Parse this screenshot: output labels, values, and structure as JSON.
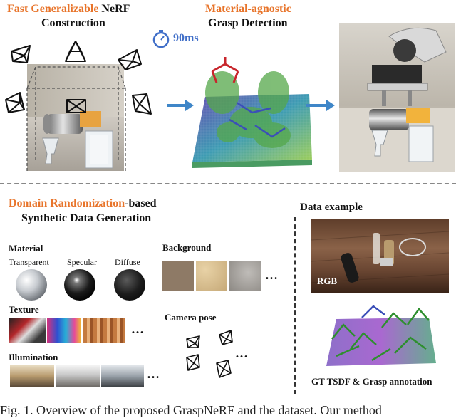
{
  "top": {
    "nerf_title": {
      "highlight": "Fast Generalizable",
      "rest": " NeRF",
      "line2": "Construction"
    },
    "grasp_title": {
      "highlight": "Material-agnostic",
      "line2": "Grasp Detection"
    },
    "timer": "90ms"
  },
  "bottom": {
    "dr_title": {
      "highlight": "Domain Randomization",
      "rest": "-based",
      "line2": "Synthetic Data Generation"
    },
    "data_example": "Data example",
    "material": {
      "heading": "Material",
      "items": [
        "Transparent",
        "Specular",
        "Diffuse"
      ]
    },
    "background": "Background",
    "texture": "Texture",
    "camera_pose": "Camera pose",
    "illumination": "Illumination",
    "ellipsis": "…",
    "rgb": "RGB",
    "gt_label": "GT TSDF & Grasp annotation"
  },
  "caption": "Fig. 1.   Overview of the proposed GraspNeRF and the dataset. Our method",
  "colors": {
    "accent": "#e8742a",
    "arrow": "#3f86c8",
    "timer": "#3f6ec8"
  }
}
